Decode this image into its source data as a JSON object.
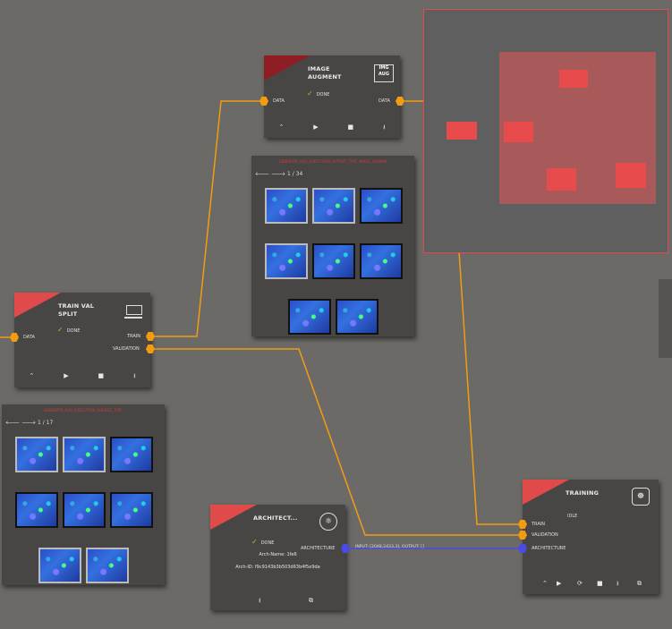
{
  "nodes": {
    "image_augment": {
      "title": "IMAGE AUGMENT",
      "icon_text": "IMG AUG",
      "status": "DONE",
      "input_port": "DATA",
      "output_port": "DATA",
      "controls": [
        "⌃",
        "▶",
        "■",
        "⭳"
      ]
    },
    "train_val_split": {
      "title": "TRAIN VAL SPLIT",
      "status": "DONE",
      "input_port": "DATA",
      "output_ports": [
        "TRAIN",
        "VALIDATION"
      ],
      "controls": [
        "⌃",
        "▶",
        "■",
        "⭳"
      ]
    },
    "architecture": {
      "title": "ARCHITECT...",
      "status": "DONE",
      "arch_name": "Arch-Name: 1fe6",
      "arch_id": "Arch-ID: f9c9143b3b503d63b4f5e9da",
      "output_port": "ARCHITECTURE",
      "controls": [
        "⭳",
        "⧉"
      ]
    },
    "training": {
      "title": "TRAINING",
      "status": "IDLE",
      "input_ports": [
        "TRAIN",
        "VALIDATION",
        "ARCHITECTURE"
      ],
      "controls": [
        "⌃",
        "▶",
        "⟳",
        "■",
        "⭳",
        "⧉"
      ]
    }
  },
  "galleries": {
    "top": {
      "title": "GENERATE_AUG_EXECUTION_OUTPUT_TYPE_IMAGE_DOMAIN",
      "page": "1 / 34"
    },
    "bottom": {
      "title": "GENERATE_AUG_EXECUTION_SOURCE_TYPE",
      "page": "1 / 17"
    }
  },
  "edge_label": "INPUT: [2048,2433,3], OUTPUT: []",
  "colors": {
    "data_edge": "#f39c12",
    "arch_edge": "#4a4ae8",
    "accent": "#e04a4a"
  }
}
